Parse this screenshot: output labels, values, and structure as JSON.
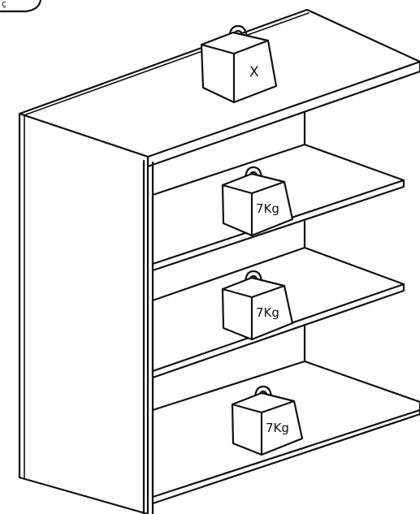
{
  "weights": {
    "top": {
      "label": "X"
    },
    "shelf_upper": {
      "label": "7Kg"
    },
    "shelf_middle": {
      "label": "7Kg"
    },
    "shelf_bottom": {
      "label": "7Kg"
    }
  }
}
